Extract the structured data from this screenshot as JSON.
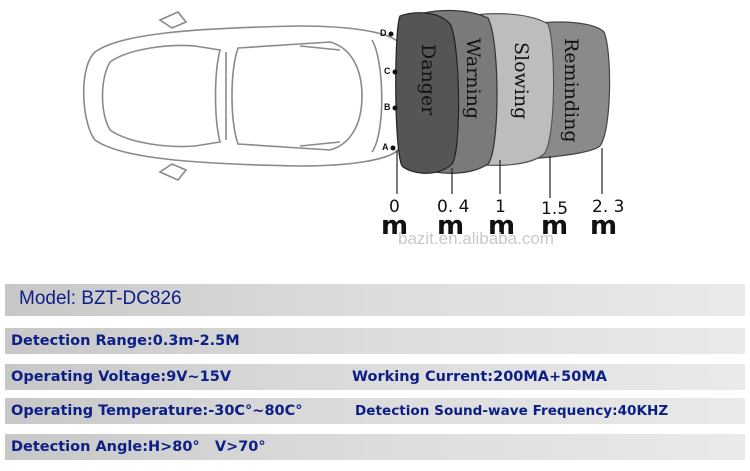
{
  "diagram": {
    "sensor_labels": [
      "A",
      "B",
      "C",
      "D"
    ],
    "zones": [
      {
        "label": "Danger",
        "color": "#555555"
      },
      {
        "label": "Warning",
        "color": "#7a7a7a"
      },
      {
        "label": "Slowing",
        "color": "#bdbdbd"
      },
      {
        "label": "Reminding",
        "color": "#8a8a8a"
      }
    ],
    "distances": [
      {
        "value": "0",
        "unit": "m"
      },
      {
        "value": "0. 4",
        "unit": "m"
      },
      {
        "value": "1",
        "unit": "m"
      },
      {
        "value": "1.5",
        "unit": "m"
      },
      {
        "value": "2. 3",
        "unit": "m"
      }
    ],
    "watermark": "bazit.en.alibaba.com"
  },
  "specs": {
    "model": "Model: BZT-DC826",
    "detection_range": "Detection Range:0.3m-2.5M",
    "operating_voltage": "Operating Voltage:9V~15V",
    "working_current": "Working Current:200MA+50MA",
    "operating_temperature": "Operating Temperature:-30C°~80C°",
    "sound_wave_frequency": "Detection Sound-wave Frequency:40KHZ",
    "detection_angle": "Detection Angle:H>80°   V>70°"
  },
  "colors": {
    "spec_text": "#0b1f86",
    "band": "#d6d6d6"
  }
}
